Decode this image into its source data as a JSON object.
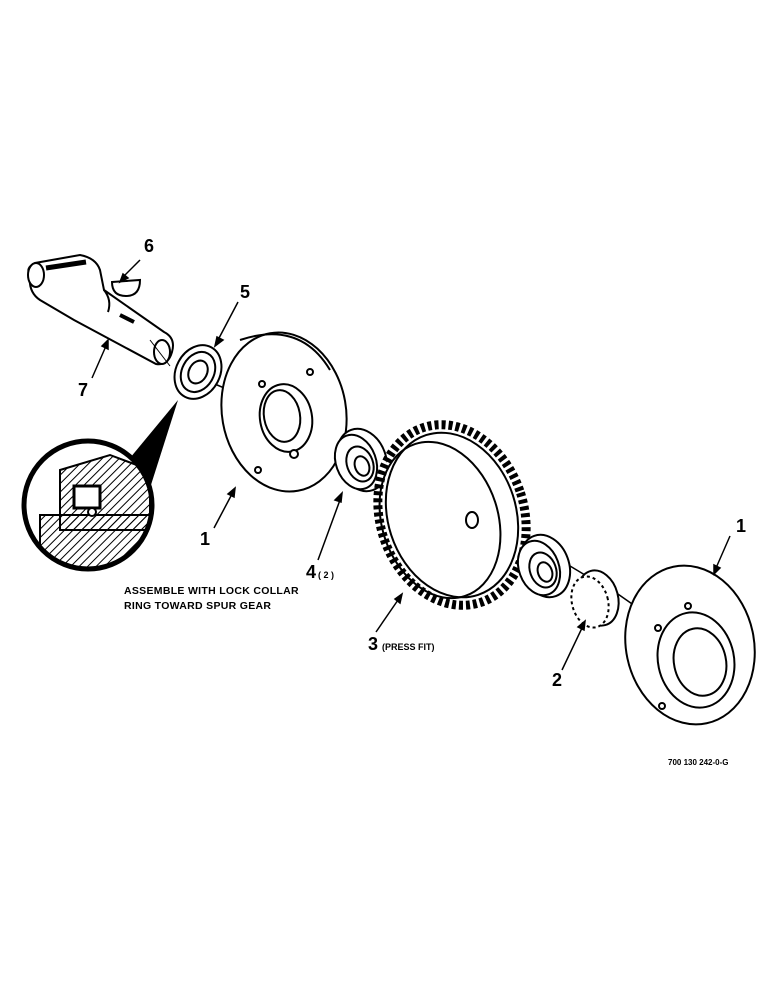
{
  "callouts": {
    "c1_left": "1",
    "c1_right": "1",
    "c2": "2",
    "c3": "3",
    "c3_note": "(PRESS FIT)",
    "c4": "4",
    "c4_qty": "( 2 )",
    "c5": "5",
    "c6": "6",
    "c7": "7"
  },
  "note": {
    "line1": "ASSEMBLE WITH LOCK COLLAR",
    "line2": "RING TOWARD SPUR GEAR"
  },
  "drawing_ref": "700 130 242-0-G",
  "colors": {
    "ink": "#000000",
    "paper": "#ffffff"
  }
}
